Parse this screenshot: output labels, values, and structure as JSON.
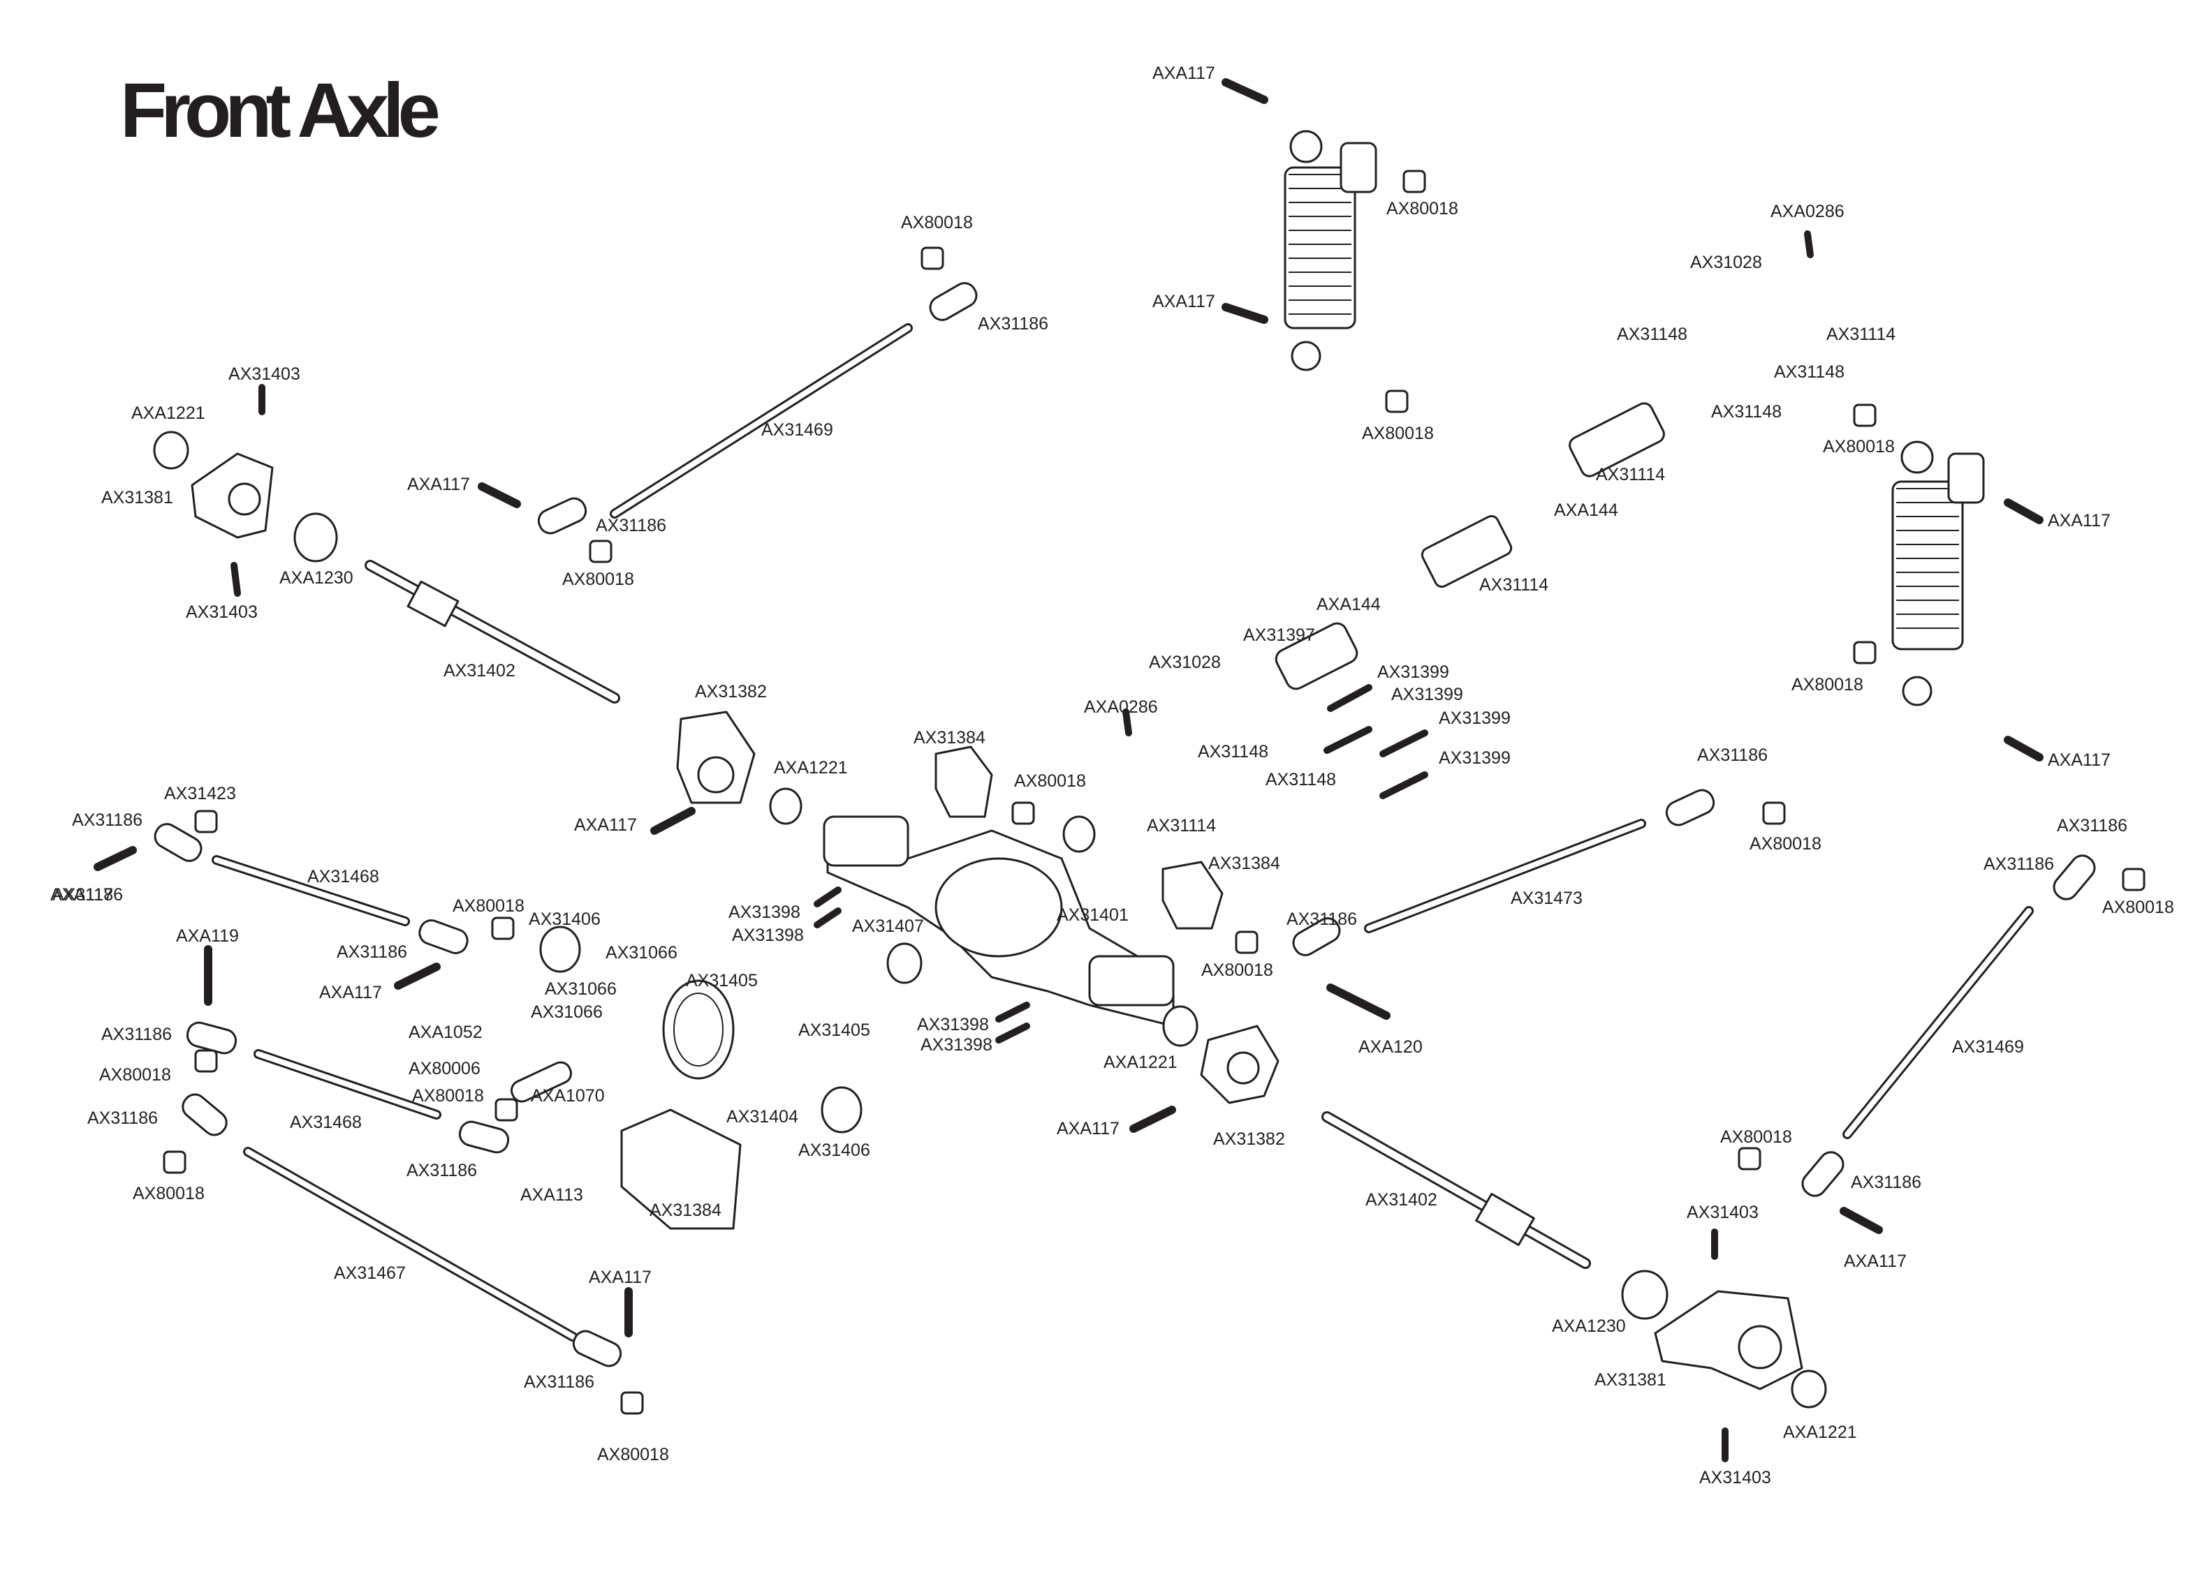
{
  "diagram": {
    "title": "Front Axle",
    "labels": [
      {
        "id": "l01",
        "text": "AXA117"
      },
      {
        "id": "l02",
        "text": "AX80018"
      },
      {
        "id": "l03",
        "text": "AXA117"
      },
      {
        "id": "l04",
        "text": "AX80018"
      },
      {
        "id": "l05",
        "text": "AXA0286"
      },
      {
        "id": "l06",
        "text": "AX31028"
      },
      {
        "id": "l07",
        "text": "AX31114"
      },
      {
        "id": "l08",
        "text": "AX31148"
      },
      {
        "id": "l09",
        "text": "AX31148"
      },
      {
        "id": "l10",
        "text": "AX31148"
      },
      {
        "id": "l11",
        "text": "AX80018"
      },
      {
        "id": "l12",
        "text": "AX31114"
      },
      {
        "id": "l13",
        "text": "AXA117"
      },
      {
        "id": "l14",
        "text": "AXA144"
      },
      {
        "id": "l15",
        "text": "AX31114"
      },
      {
        "id": "l16",
        "text": "AXA144"
      },
      {
        "id": "l17",
        "text": "AX31397"
      },
      {
        "id": "l18",
        "text": "AX80018"
      },
      {
        "id": "l19",
        "text": "AX31028"
      },
      {
        "id": "l20",
        "text": "AX31399"
      },
      {
        "id": "l21",
        "text": "AX31399"
      },
      {
        "id": "l22",
        "text": "AX31399"
      },
      {
        "id": "l23",
        "text": "AX31399"
      },
      {
        "id": "l24",
        "text": "AXA0286"
      },
      {
        "id": "l25",
        "text": "AXA117"
      },
      {
        "id": "l26",
        "text": "AX31148"
      },
      {
        "id": "l27",
        "text": "AX31148"
      },
      {
        "id": "l28",
        "text": "AX80018"
      },
      {
        "id": "l29",
        "text": "AX31114"
      },
      {
        "id": "l30",
        "text": "AX80018"
      },
      {
        "id": "l31",
        "text": "AX31186"
      },
      {
        "id": "l32",
        "text": "AX31469"
      },
      {
        "id": "l33",
        "text": "AX31403"
      },
      {
        "id": "l34",
        "text": "AXA1221"
      },
      {
        "id": "l35",
        "text": "AX31381"
      },
      {
        "id": "l36",
        "text": "AXA117"
      },
      {
        "id": "l37",
        "text": "AX31186"
      },
      {
        "id": "l38",
        "text": "AX80018"
      },
      {
        "id": "l39",
        "text": "AXA1230"
      },
      {
        "id": "l40",
        "text": "AX31403"
      },
      {
        "id": "l41",
        "text": "AX31402"
      },
      {
        "id": "l42",
        "text": "AX31382"
      },
      {
        "id": "l43",
        "text": "AX31384"
      },
      {
        "id": "l44",
        "text": "AXA1221"
      },
      {
        "id": "l45",
        "text": "AXA117"
      },
      {
        "id": "l46",
        "text": "AX31186"
      },
      {
        "id": "l47",
        "text": "AX31423"
      },
      {
        "id": "l48",
        "text": "AX31186"
      },
      {
        "id": "l49",
        "text": "AXA117"
      },
      {
        "id": "l50",
        "text": "AX31468"
      },
      {
        "id": "l51",
        "text": "AX80018"
      },
      {
        "id": "l52",
        "text": "AX31406"
      },
      {
        "id": "l53",
        "text": "AX31186"
      },
      {
        "id": "l54",
        "text": "AXA117"
      },
      {
        "id": "l55",
        "text": "AXA119"
      },
      {
        "id": "l56",
        "text": "AX31066"
      },
      {
        "id": "l57",
        "text": "AX31405"
      },
      {
        "id": "l58",
        "text": "AX31066"
      },
      {
        "id": "l59",
        "text": "AX31066"
      },
      {
        "id": "l60",
        "text": "AXA1052"
      },
      {
        "id": "l61",
        "text": "AX31186"
      },
      {
        "id": "l62",
        "text": "AX80006"
      },
      {
        "id": "l63",
        "text": "AX80018"
      },
      {
        "id": "l64",
        "text": "AX80018"
      },
      {
        "id": "l65",
        "text": "AXA1070"
      },
      {
        "id": "l66",
        "text": "AX31186"
      },
      {
        "id": "l67",
        "text": "AX31468"
      },
      {
        "id": "l68",
        "text": "AX31186"
      },
      {
        "id": "l69",
        "text": "AXA113"
      },
      {
        "id": "l70",
        "text": "AX80018"
      },
      {
        "id": "l71",
        "text": "AX31384"
      },
      {
        "id": "l72",
        "text": "AX31398"
      },
      {
        "id": "l73",
        "text": "AX31398"
      },
      {
        "id": "l74",
        "text": "AX31407"
      },
      {
        "id": "l75",
        "text": "AX31401"
      },
      {
        "id": "l76",
        "text": "AX31405"
      },
      {
        "id": "l77",
        "text": "AX31404"
      },
      {
        "id": "l78",
        "text": "AX31406"
      },
      {
        "id": "l79",
        "text": "AX31398"
      },
      {
        "id": "l80",
        "text": "AX31398"
      },
      {
        "id": "l81",
        "text": "AXA1221"
      },
      {
        "id": "l82",
        "text": "AXA117"
      },
      {
        "id": "l83",
        "text": "AX31382"
      },
      {
        "id": "l84",
        "text": "AX31384"
      },
      {
        "id": "l85",
        "text": "AX31186"
      },
      {
        "id": "l86",
        "text": "AX80018"
      },
      {
        "id": "l87",
        "text": "AXA120"
      },
      {
        "id": "l88",
        "text": "AX31473"
      },
      {
        "id": "l89",
        "text": "AX31186"
      },
      {
        "id": "l90",
        "text": "AX80018"
      },
      {
        "id": "l91",
        "text": "AX31186"
      },
      {
        "id": "l92",
        "text": "AX31186"
      },
      {
        "id": "l93",
        "text": "AX80018"
      },
      {
        "id": "l94",
        "text": "AX31469"
      },
      {
        "id": "l95",
        "text": "AX80018"
      },
      {
        "id": "l96",
        "text": "AX31186"
      },
      {
        "id": "l97",
        "text": "AXA117"
      },
      {
        "id": "l98",
        "text": "AX31402"
      },
      {
        "id": "l99",
        "text": "AX31403"
      },
      {
        "id": "l100",
        "text": "AXA1230"
      },
      {
        "id": "l101",
        "text": "AX31381"
      },
      {
        "id": "l102",
        "text": "AXA1221"
      },
      {
        "id": "l103",
        "text": "AX31403"
      },
      {
        "id": "l104",
        "text": "AX31467"
      },
      {
        "id": "l105",
        "text": "AXA117"
      },
      {
        "id": "l106",
        "text": "AX31186"
      },
      {
        "id": "l107",
        "text": "AX80018"
      }
    ]
  }
}
